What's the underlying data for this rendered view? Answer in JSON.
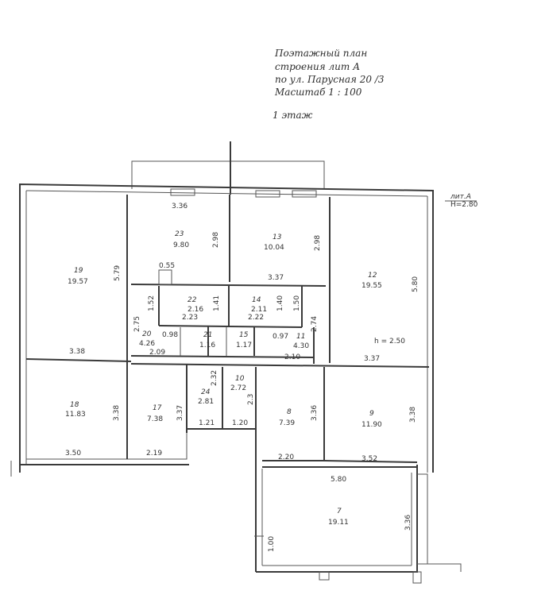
{
  "header": {
    "line1": "Поэтажный план",
    "line2": "строения лит А",
    "line3": "по ул.  Парусная 20 /3",
    "line4": "Масштаб   1 : 100",
    "floor": "1  этаж"
  },
  "annotations": {
    "lit": "лит.А",
    "height": "H=2.80",
    "h_inner": "h = 2.50"
  },
  "rooms": [
    {
      "num": "19",
      "area": "19.57"
    },
    {
      "num": "23",
      "area": "9.80"
    },
    {
      "num": "13",
      "area": "10.04"
    },
    {
      "num": "12",
      "area": "19.55"
    },
    {
      "num": "22",
      "area": "2.23"
    },
    {
      "num": "14",
      "area": "2.22"
    },
    {
      "num": "20",
      "area": "4.26"
    },
    {
      "num": "21",
      "area": "1.16"
    },
    {
      "num": "15",
      "area": "1.17"
    },
    {
      "num": "11",
      "area": "4.30"
    },
    {
      "num": "18",
      "area": "11.83"
    },
    {
      "num": "17",
      "area": "7.38"
    },
    {
      "num": "24",
      "area": "2.81"
    },
    {
      "num": "10",
      "area": "2.72"
    },
    {
      "num": "8",
      "area": "7.39"
    },
    {
      "num": "9",
      "area": "11.90"
    },
    {
      "num": "7",
      "area": "19.11"
    }
  ],
  "dimensions": {
    "d1": "3.36",
    "d2": "2.98",
    "d3": "2.98",
    "d4": "5.79",
    "d5": "0.55",
    "d6": "3.37",
    "d7": "5.80",
    "d8": "1.52",
    "d9": "1.41",
    "d10": "1.40",
    "d11": "1.50",
    "d12": "2.75",
    "d13": "2.74",
    "d14": "0.98",
    "d15": "0.97",
    "d16": "3.38",
    "d17": "2.09",
    "d18": "2.10",
    "d19": "3.37",
    "d20": "2.32",
    "d21": "3.38",
    "d22": "3.37",
    "d23": "3.36",
    "d24": "3.38",
    "d25": "1.21",
    "d26": "1.20",
    "d27": "3.50",
    "d28": "2.19",
    "d29": "2.20",
    "d30": "3.52",
    "d31": "5.80",
    "d32": "3.36",
    "d33": "1.00",
    "d34": "2.16",
    "d35": "2.11",
    "d36": "2.3"
  }
}
